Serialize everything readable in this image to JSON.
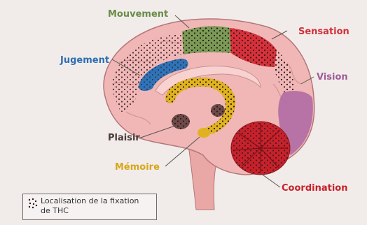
{
  "labels": {
    "mouvement": "Mouvement",
    "sensation": "Sensation",
    "jugement": "Jugement",
    "vision": "Vision",
    "plaisir": "Plaisir",
    "memoire": "Mémoire",
    "coordination": "Coordination"
  },
  "legend": {
    "line1": "Localisation de la fixation",
    "line2": "de THC"
  },
  "colors": {
    "background": "#f1ecea",
    "brain": "#f0b7b6",
    "mouvement": "#7a9a55",
    "sensation": "#d8303a",
    "jugement": "#2f73b8",
    "vision": "#b06aa4",
    "memoire": "#e0b21f",
    "coordination": "#c8212b",
    "dot": "#2a1a1a"
  }
}
